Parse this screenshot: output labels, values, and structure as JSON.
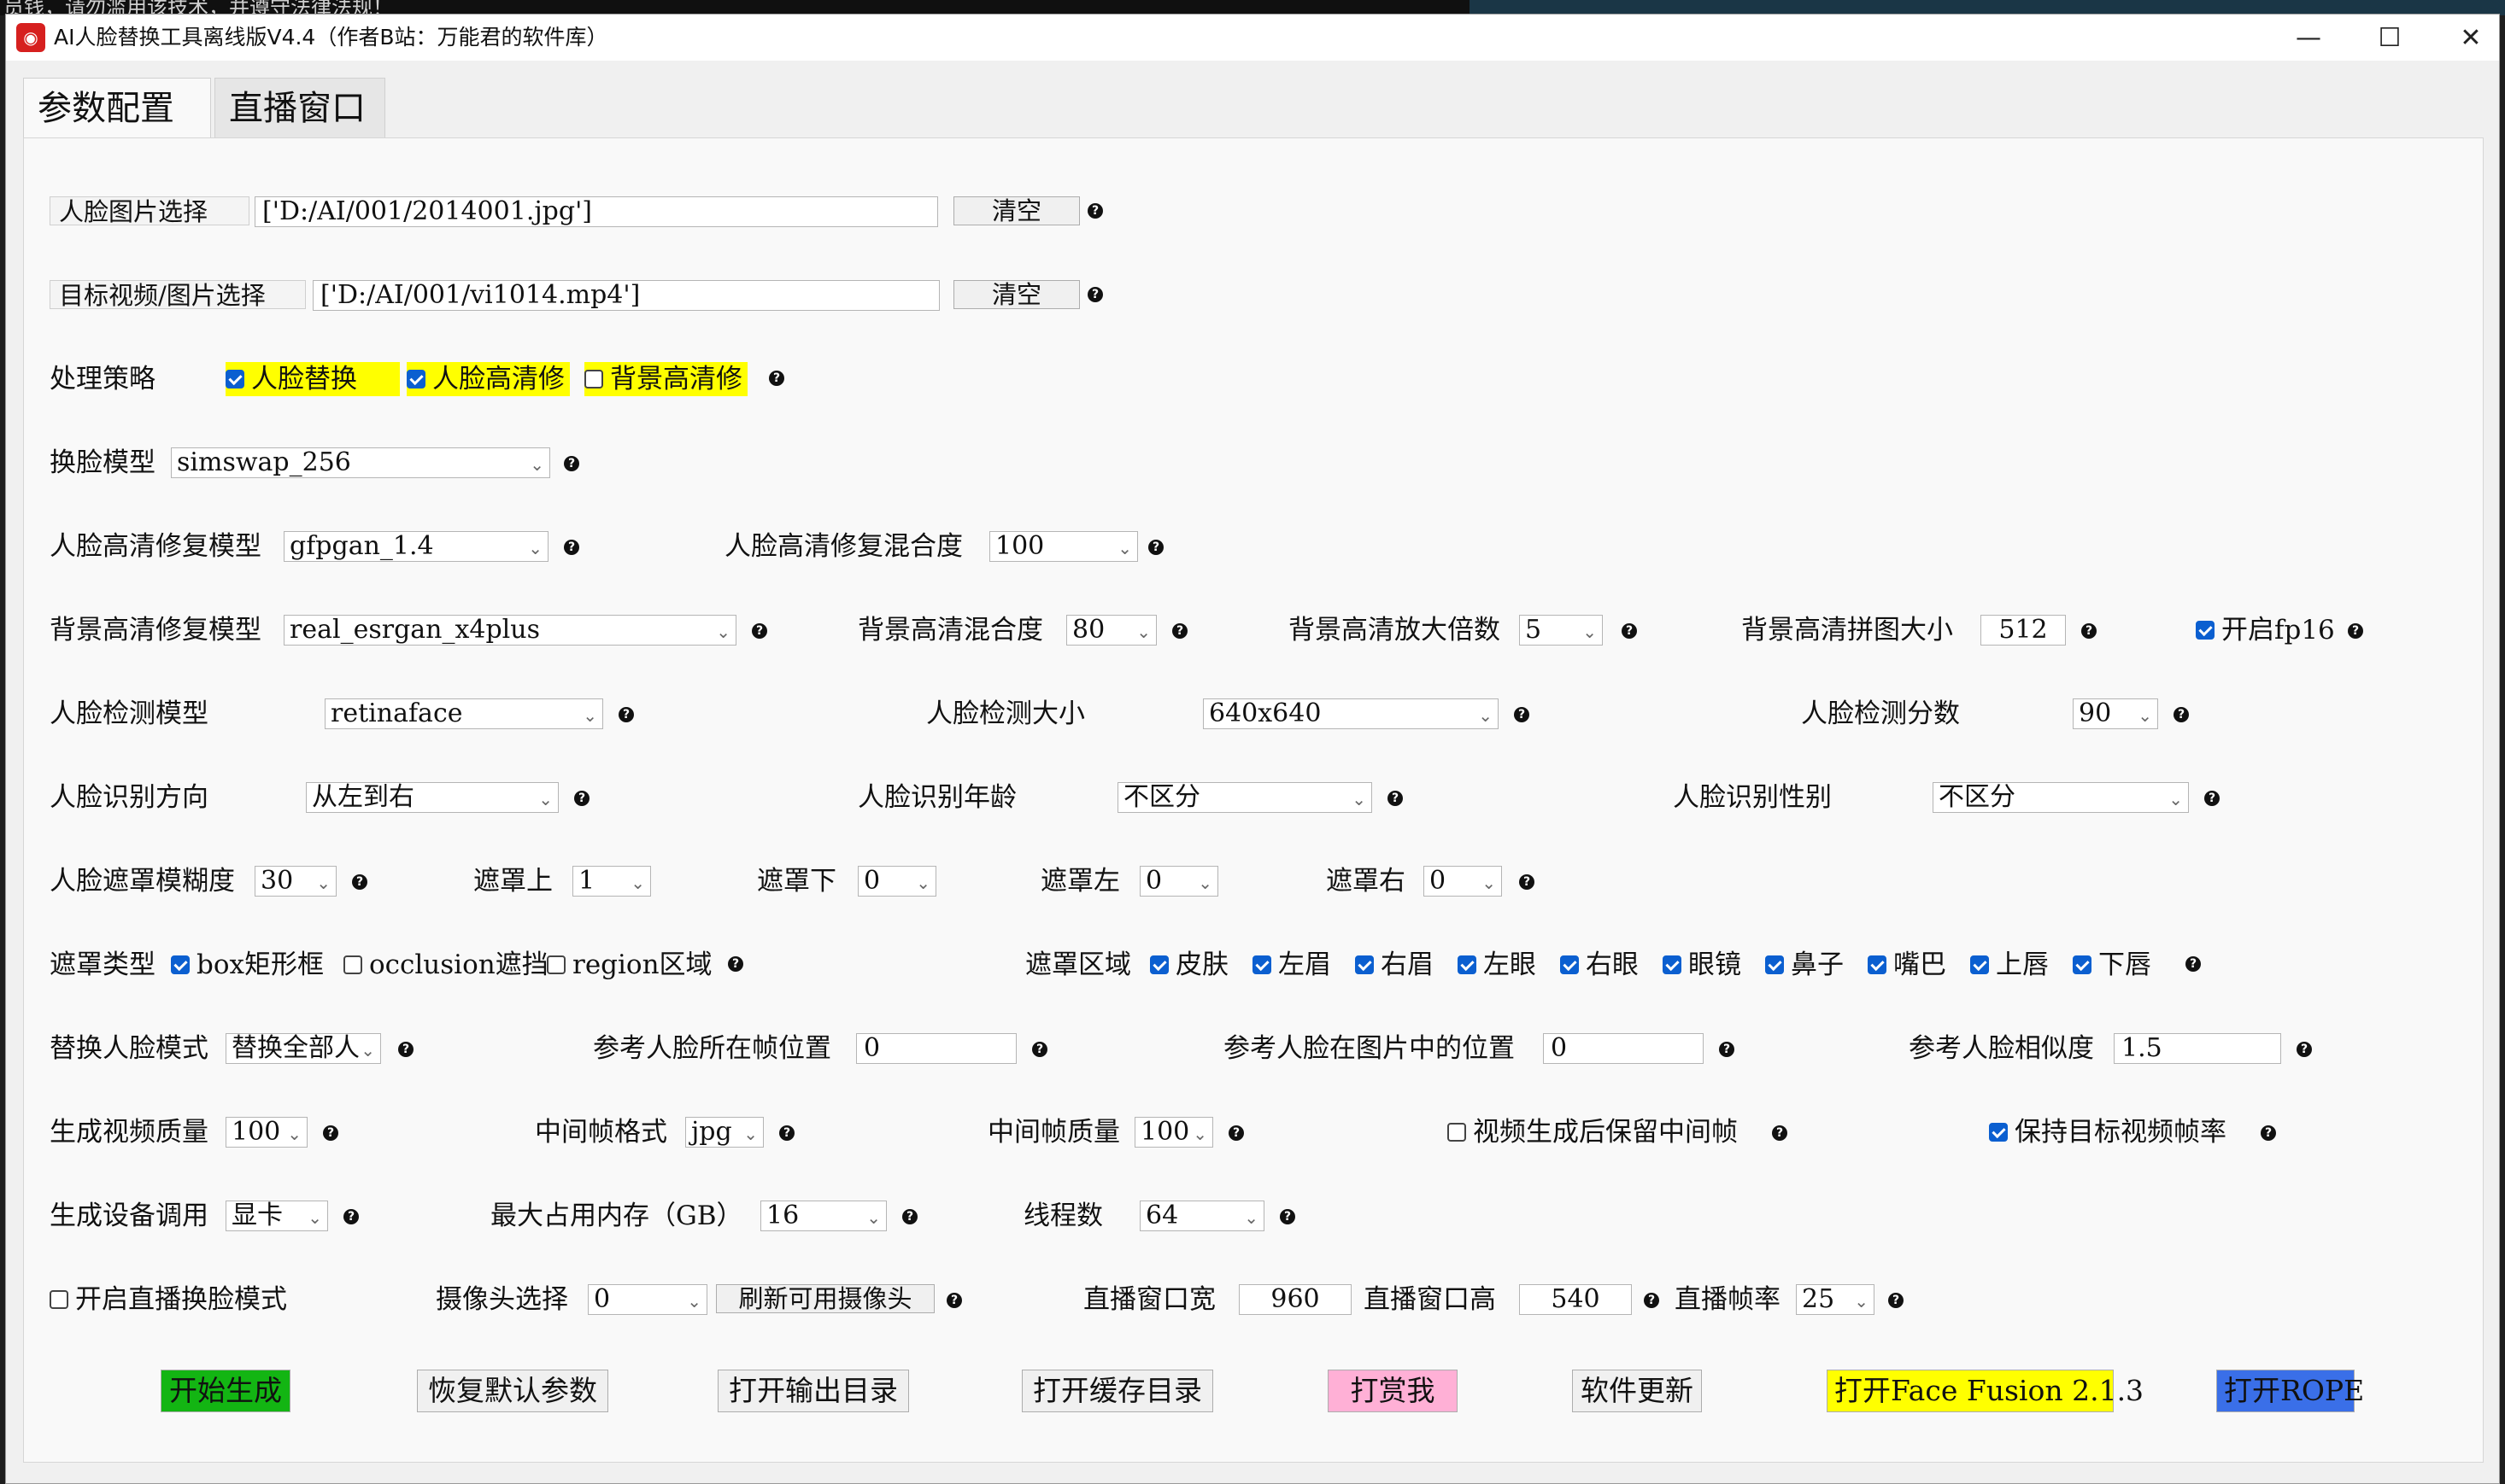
{
  "terminal": {
    "text": "员钱，请勿滥用该技术，并遵守法律法规！"
  },
  "window": {
    "title": "AI人脸替换工具离线版V4.4（作者B站：万能君的软件库）",
    "minimize": "—",
    "maximize": "☐",
    "close": "✕"
  },
  "tabs": {
    "config": "参数配置",
    "live": "直播窗口"
  },
  "help_glyph": "?",
  "face_image": {
    "label": "人脸图片选择",
    "value": "['D:/AI/001/2014001.jpg']",
    "clear": "清空"
  },
  "target": {
    "label": "目标视频/图片选择",
    "value": "['D:/AI/001/vi1014.mp4']",
    "clear": "清空"
  },
  "strategy": {
    "label": "处理策略",
    "face_swap": "人脸替换",
    "face_enhance": "人脸高清修",
    "bg_enhance": "背景高清修",
    "face_swap_checked": true,
    "face_enhance_checked": true,
    "bg_enhance_checked": false
  },
  "swap_model": {
    "label": "换脸模型",
    "value": "simswap_256"
  },
  "face_enhance_model": {
    "label": "人脸高清修复模型",
    "value": "gfpgan_1.4",
    "blend_label": "人脸高清修复混合度",
    "blend_value": "100"
  },
  "bg_enhance_model": {
    "label": "背景高清修复模型",
    "value": "real_esrgan_x4plus",
    "blend_label": "背景高清混合度",
    "blend_value": "80",
    "scale_label": "背景高清放大倍数",
    "scale_value": "5",
    "tile_label": "背景高清拼图大小",
    "tile_value": "512",
    "fp16_label": "开启fp16",
    "fp16_checked": true
  },
  "detect": {
    "model_label": "人脸检测模型",
    "model_value": "retinaface",
    "size_label": "人脸检测大小",
    "size_value": "640x640",
    "score_label": "人脸检测分数",
    "score_value": "90"
  },
  "recog": {
    "dir_label": "人脸识别方向",
    "dir_value": "从左到右",
    "age_label": "人脸识别年龄",
    "age_value": "不区分",
    "gender_label": "人脸识别性别",
    "gender_value": "不区分"
  },
  "mask": {
    "blur_label": "人脸遮罩模糊度",
    "blur_value": "30",
    "top_label": "遮罩上",
    "top_value": "1",
    "bottom_label": "遮罩下",
    "bottom_value": "0",
    "left_label": "遮罩左",
    "left_value": "0",
    "right_label": "遮罩右",
    "right_value": "0"
  },
  "mask_type": {
    "label": "遮罩类型",
    "box": "box矩形框",
    "occlusion": "occlusion遮挡",
    "region": "region区域",
    "box_checked": true,
    "occlusion_checked": false,
    "region_checked": false
  },
  "mask_region": {
    "label": "遮罩区域",
    "items": [
      "皮肤",
      "左眉",
      "右眉",
      "左眼",
      "右眼",
      "眼镜",
      "鼻子",
      "嘴巴",
      "上唇",
      "下唇"
    ],
    "checked": [
      true,
      true,
      true,
      true,
      true,
      true,
      true,
      true,
      true,
      true
    ]
  },
  "replace": {
    "mode_label": "替换人脸模式",
    "mode_value": "替换全部人",
    "frame_label": "参考人脸所在帧位置",
    "frame_value": "0",
    "pos_label": "参考人脸在图片中的位置",
    "pos_value": "0",
    "sim_label": "参考人脸相似度",
    "sim_value": "1.5"
  },
  "output": {
    "quality_label": "生成视频质量",
    "quality_value": "100",
    "frame_fmt_label": "中间帧格式",
    "frame_fmt_value": "jpg",
    "frame_q_label": "中间帧质量",
    "frame_q_value": "100",
    "keep_frames_label": "视频生成后保留中间帧",
    "keep_frames_checked": false,
    "keep_fps_label": "保持目标视频帧率",
    "keep_fps_checked": true
  },
  "device": {
    "label": "生成设备调用",
    "value": "显卡",
    "mem_label": "最大占用内存（GB）",
    "mem_value": "16",
    "threads_label": "线程数",
    "threads_value": "64"
  },
  "live": {
    "enable_label": "开启直播换脸模式",
    "enable_checked": false,
    "camera_label": "摄像头选择",
    "camera_value": "0",
    "refresh": "刷新可用摄像头",
    "width_label": "直播窗口宽",
    "width_value": "960",
    "height_label": "直播窗口高",
    "height_value": "540",
    "fps_label": "直播帧率",
    "fps_value": "25"
  },
  "actions": {
    "start": "开始生成",
    "reset": "恢复默认参数",
    "open_output": "打开输出目录",
    "open_cache": "打开缓存目录",
    "donate": "打赏我",
    "update": "软件更新",
    "face_fusion": "打开Face Fusion 2.1.3",
    "rope": "打开ROPE"
  },
  "colors": {
    "green": "#13b513",
    "pink": "#ffb0d6",
    "yellow": "#ffff00",
    "blue": "#3a6fe8",
    "check": "#0b5fd0"
  }
}
